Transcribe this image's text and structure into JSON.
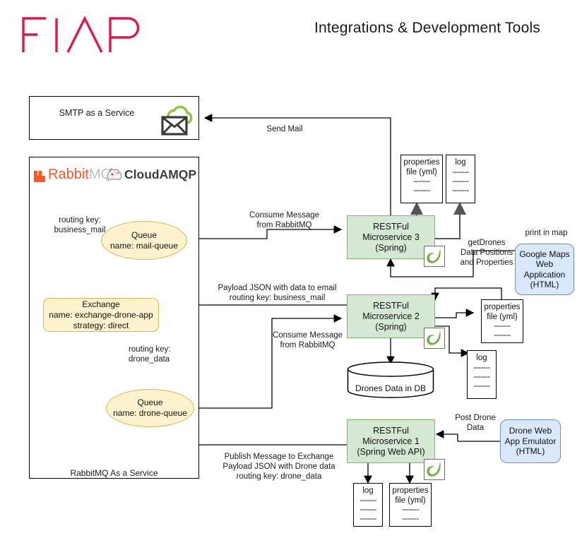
{
  "header": {
    "title": "Integrations & Development Tools",
    "logo_text": "FIAP",
    "logo_color": "#e6134f"
  },
  "colors": {
    "service_fill": "#d5e8d4",
    "service_stroke": "#82b366",
    "html_fill": "#dae8fc",
    "html_stroke": "#6c8ebf",
    "amqp_fill": "#fff2cc",
    "amqp_stroke": "#d6b656",
    "brand_pink": "#e6134f",
    "rabbitmq_orange": "#f05a23",
    "spring_green": "#6db33f",
    "cloud_green": "#8cc63f"
  },
  "smtp": {
    "label": "SMTP as a Service",
    "icon": "cloud-envelope-icon"
  },
  "rabbit_container": {
    "logo_rabbit": "RabbitMQ",
    "logo_rabbit_primary": "Rabbit",
    "logo_rabbit_secondary": "MQ",
    "logo_cloudamqp": "CloudAMQP",
    "footer_label": "RabbitMQ As a Service",
    "mail_queue": {
      "line1": "Queue",
      "line2": "name: mail-queue"
    },
    "drone_queue": {
      "line1": "Queue",
      "line2": "name: drone-queue"
    },
    "exchange": {
      "line1": "Exchange",
      "line2": "name: exchange-drone-app",
      "line3": "strategy: direct"
    },
    "routing_key_mail": "routing key:\nbusiness_mail",
    "routing_key_drone": "routing key:\ndrone_data"
  },
  "services": {
    "ms3": {
      "line1": "RESTFul",
      "line2": "Microservice 3",
      "line3": "(Spring)",
      "icon": "spring-leaf-icon"
    },
    "ms2": {
      "line1": "RESTFul",
      "line2": "Microservice 2",
      "line3": "(Spring)",
      "icon": "spring-leaf-icon"
    },
    "ms1": {
      "line1": "RESTFul",
      "line2": "Microservice 1",
      "line3": "(Spring Web API)",
      "icon": "spring-leaf-icon"
    }
  },
  "clients": {
    "google_maps": {
      "line1": "Google Maps",
      "line2": "Web",
      "line3": "Application",
      "line4": "(HTML)"
    },
    "drone_emulator": {
      "line1": "Drone Web",
      "line2": "App Emulator",
      "line3": "(HTML)"
    }
  },
  "database": {
    "label": "Drones Data in DB"
  },
  "docs": {
    "ms3_properties": {
      "line1": "properties",
      "line2": "file (yml)",
      "dashes": 2
    },
    "ms3_log": {
      "line1": "log",
      "dashes": 3
    },
    "ms2_properties": {
      "line1": "properties",
      "line2": "file (yml)",
      "dashes": 2
    },
    "ms2_log": {
      "line1": "log",
      "dashes": 3
    },
    "ms1_log": {
      "line1": "log",
      "dashes": 3
    },
    "ms1_properties": {
      "line1": "properties",
      "line2": "file (yml)",
      "dashes": 2
    },
    "dash_text": "-------"
  },
  "edges": {
    "send_mail": "Send Mail",
    "consume_ms3": "Consume Message\nfrom RabbitMQ",
    "consume_ms2": "Consume Message\nfrom RabbitMQ",
    "payload_email": "Payload JSON with data to email\nrouting key: business_mail",
    "get_drones": "getDrones\nData Positions\nand Properties",
    "print_in_map": "print in map",
    "post_drone_data": "Post Drone\nData",
    "publish_message": "Publish Message to Exchange\nPayload JSON with Drone data\nrouting key: drone_data"
  }
}
